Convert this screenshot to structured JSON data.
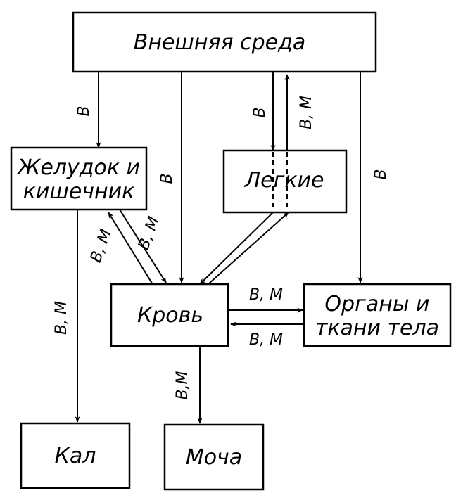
{
  "nodes": {
    "external_environment": "Внешняя среда",
    "stomach_intestine_line1": "Желудок и",
    "stomach_intestine_line2": "кишечник",
    "lungs": "Легкие",
    "blood": "Кровь",
    "organs_tissues_line1": "Органы и",
    "organs_tissues_line2": "ткани тела",
    "feces": "Кал",
    "urine": "Моча"
  },
  "edge_labels": {
    "env_to_stomach": "В",
    "env_to_blood": "В",
    "env_to_lungs": "В",
    "lungs_to_env": "В, М",
    "env_to_organs": "В",
    "stomach_to_blood": "В, М",
    "blood_to_stomach": "В, М",
    "stomach_to_feces": "В, М",
    "blood_to_organs": "В, М",
    "organs_to_blood": "В, М",
    "blood_to_urine": "В,М"
  }
}
